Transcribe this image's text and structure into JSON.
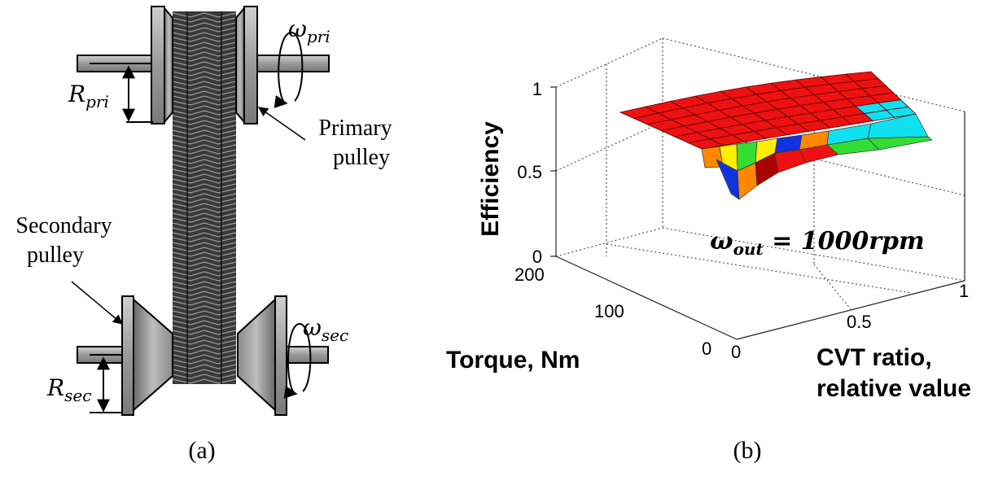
{
  "panel_a": {
    "omega_pri": {
      "base": "ω",
      "sub": "pri"
    },
    "omega_sec": {
      "base": "ω",
      "sub": "sec"
    },
    "r_pri": {
      "base": "R",
      "sub": "pri"
    },
    "r_sec": {
      "base": "R",
      "sub": "sec"
    },
    "primary_label": [
      "Primary",
      "pulley"
    ],
    "secondary_label": [
      "Secondary",
      "pulley"
    ],
    "caption": "(a)"
  },
  "panel_b": {
    "caption": "(b)",
    "z_axis_label": "Efficiency",
    "z_ticks": [
      "1",
      "0.5",
      "0"
    ],
    "torque_axis_label": "Torque, Nm",
    "torque_ticks": [
      "200",
      "100",
      "0"
    ],
    "ratio_axis_label": [
      "CVT ratio,",
      "relative value"
    ],
    "ratio_ticks": [
      "0",
      "0.5",
      "1"
    ],
    "annotation": {
      "base": "ω",
      "sub": "out",
      "rest": " = 1000rpm"
    },
    "colors": {
      "red": "#ee1111",
      "orange": "#ff8800",
      "yellow": "#ffee00",
      "green": "#33dd33",
      "cyan": "#11e0f0",
      "blue": "#1133dd",
      "darkred": "#aa0000"
    }
  },
  "chart_data": {
    "type": "surface",
    "x": {
      "label": "CVT ratio, relative value",
      "range": [
        0,
        1
      ],
      "ticks": [
        0,
        0.5,
        1
      ]
    },
    "y": {
      "label": "Torque, Nm",
      "range": [
        0,
        200
      ],
      "ticks": [
        0,
        100,
        200
      ]
    },
    "z": {
      "label": "Efficiency",
      "range": [
        0,
        1
      ],
      "ticks": [
        0,
        0.5,
        1
      ]
    },
    "annotation": "ω_out = 1000rpm",
    "grid": true
  }
}
